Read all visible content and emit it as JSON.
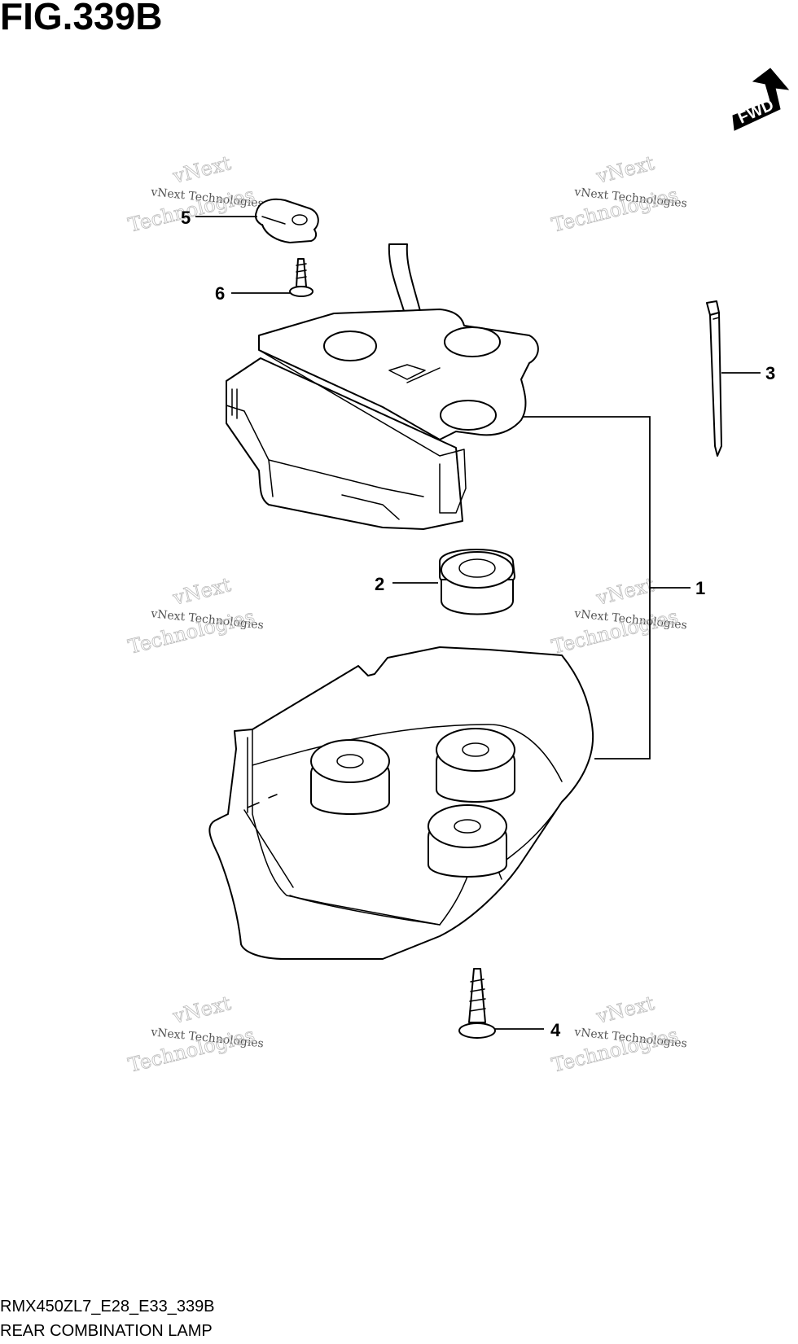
{
  "figure": {
    "title": "FIG.339B",
    "fwd_label": "FWD",
    "footer_code": "RMX450ZL7_E28_E33_339B",
    "footer_name": "REAR COMBINATION LAMP"
  },
  "callouts": {
    "c1": "1",
    "c2": "2",
    "c3": "3",
    "c4": "4",
    "c5": "5",
    "c6": "6"
  },
  "watermark": {
    "line1": "vNext Technologies",
    "line2": "vNext",
    "line3": "Technologies"
  }
}
